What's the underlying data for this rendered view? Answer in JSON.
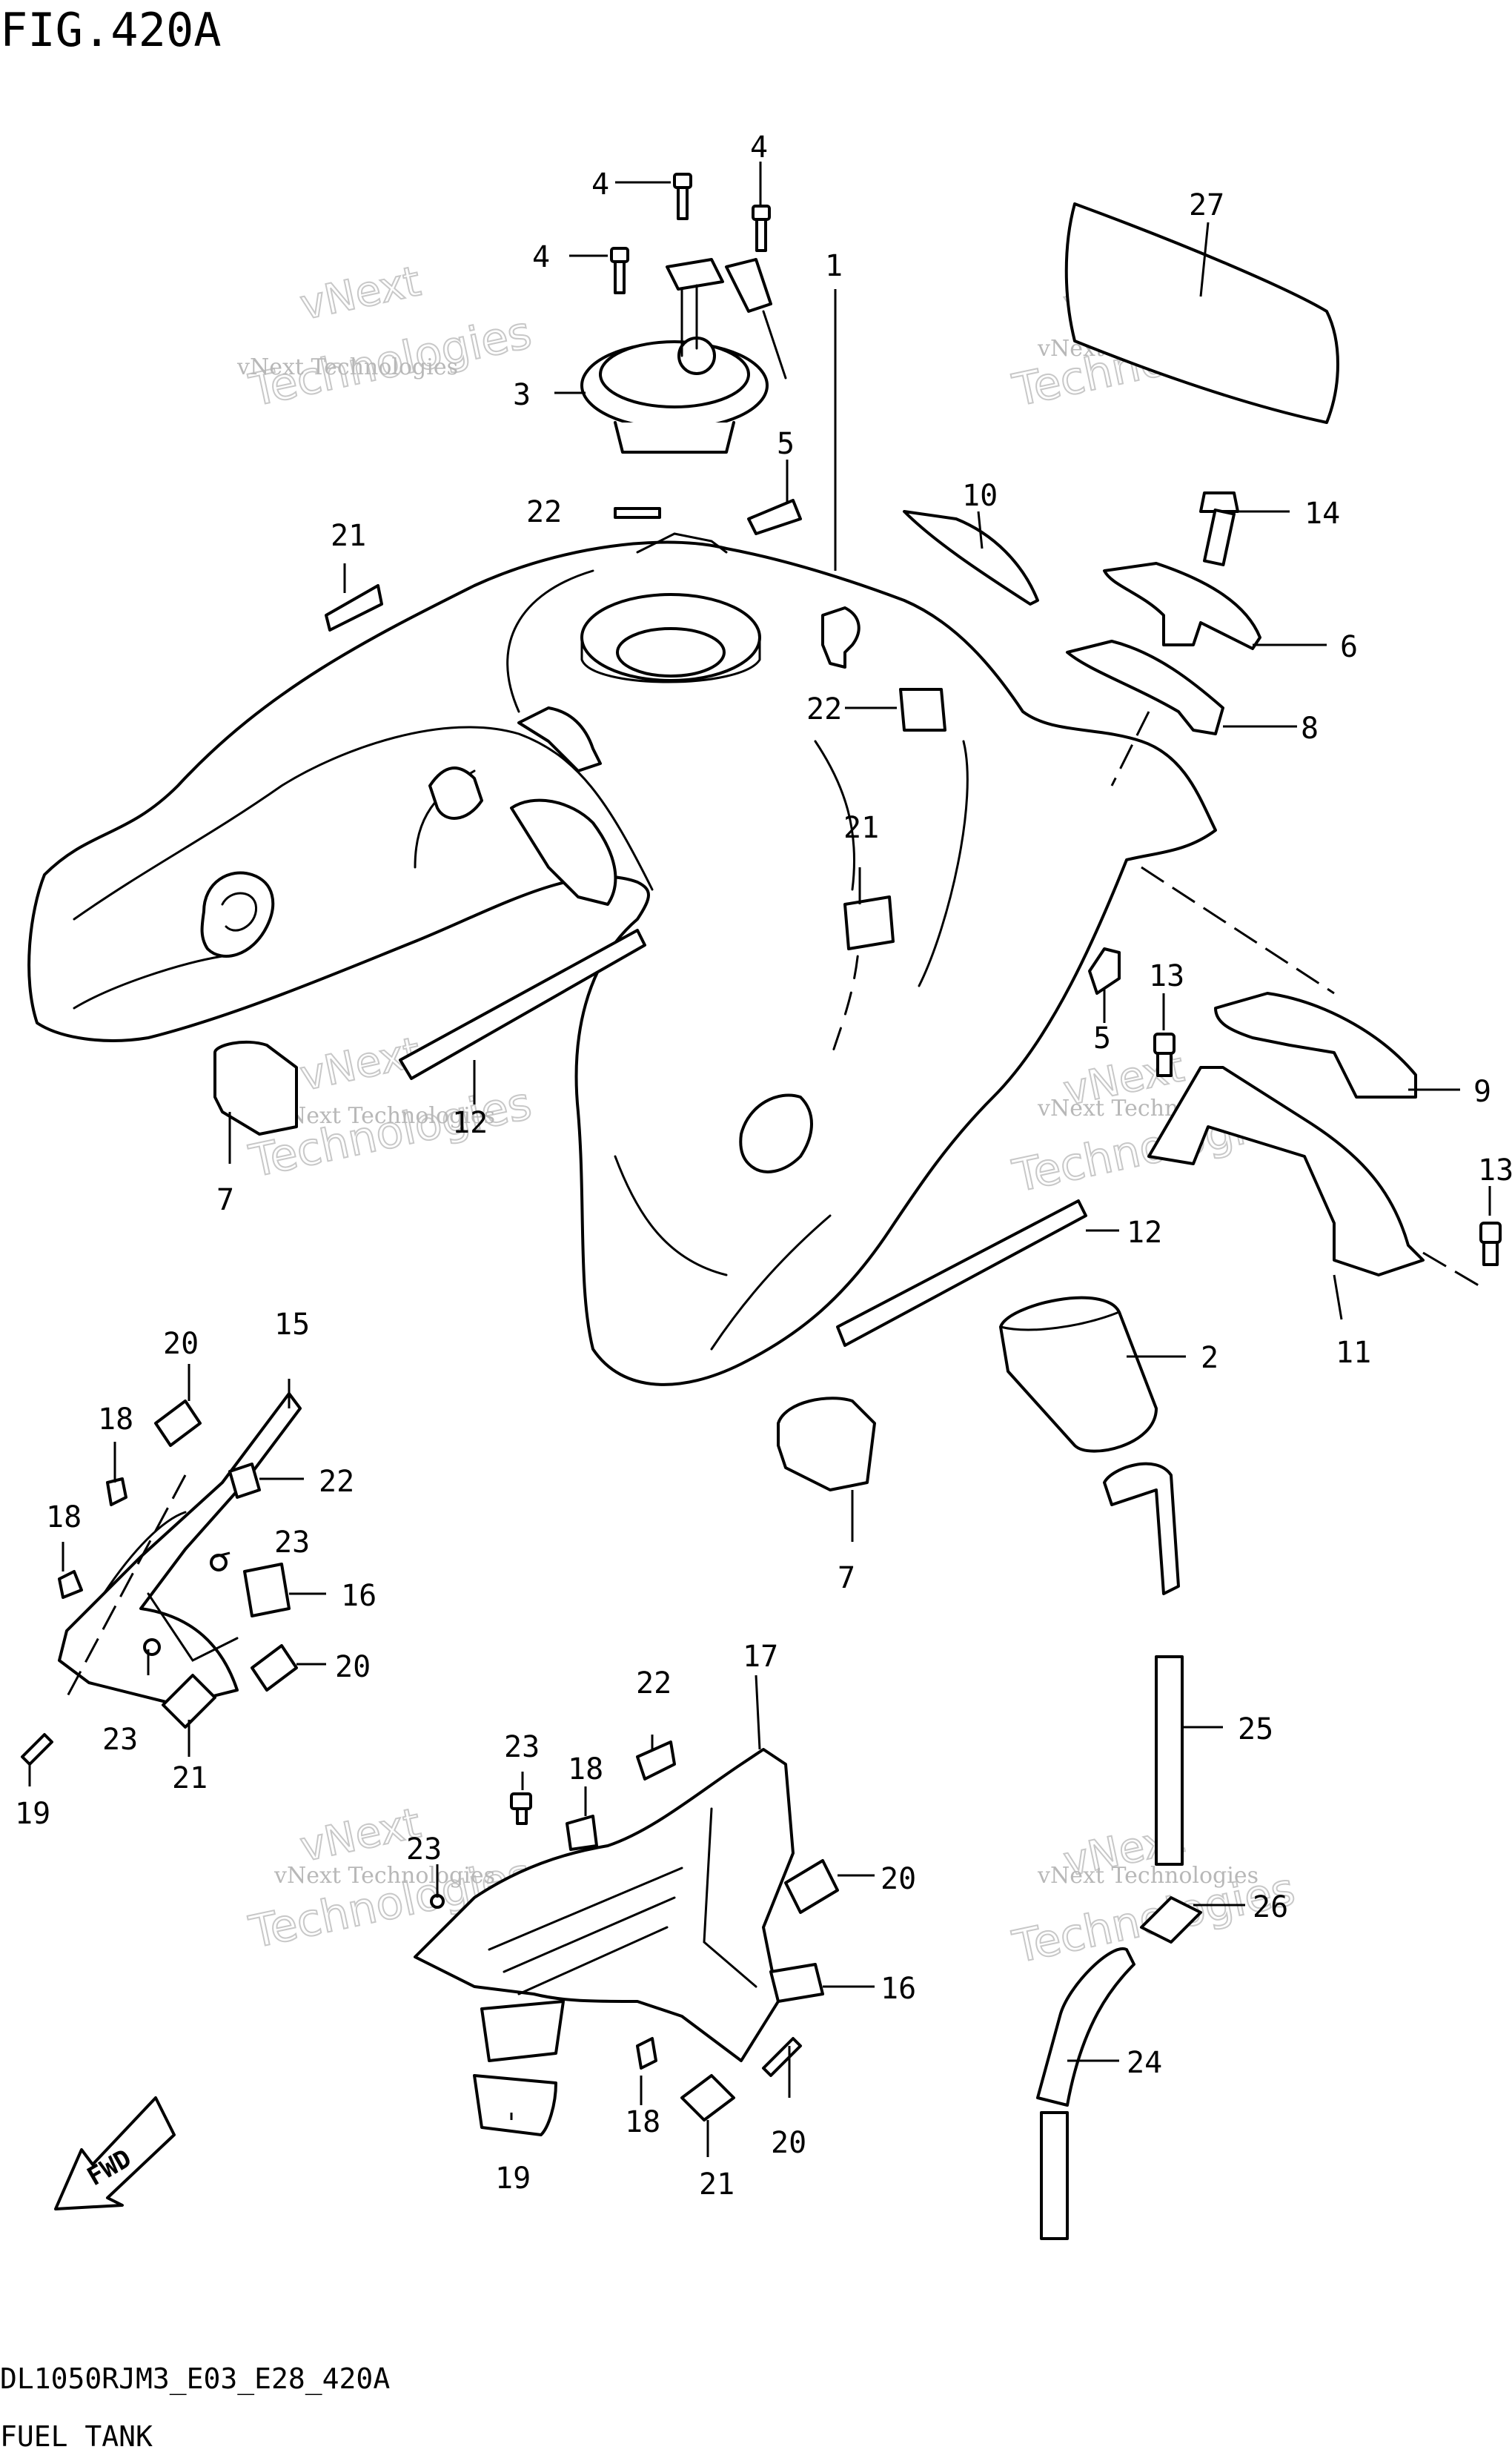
{
  "figure": {
    "title": "FIG.420A",
    "model_code": "DL1050RJM3_E03_E28_420A",
    "caption": "FUEL TANK"
  },
  "watermark": {
    "line1": "vNext Technologies",
    "line2": "vNext",
    "line3": "Technologies"
  },
  "arrow_label": "FWD",
  "callouts": {
    "c1": "1",
    "c2": "2",
    "c3": "3",
    "c4a": "4",
    "c4b": "4",
    "c4c": "4",
    "c5a": "5",
    "c5b": "5",
    "c6": "6",
    "c7a": "7",
    "c7b": "7",
    "c8": "8",
    "c9": "9",
    "c10": "10",
    "c11": "11",
    "c12a": "12",
    "c12b": "12",
    "c13a": "13",
    "c13b": "13",
    "c14": "14",
    "c15": "15",
    "c16a": "16",
    "c16b": "16",
    "c17": "17",
    "c18a": "18",
    "c18b": "18",
    "c18c": "18",
    "c18d": "18",
    "c19a": "19",
    "c19b": "19",
    "c20a": "20",
    "c20b": "20",
    "c20c": "20",
    "c20d": "20",
    "c21a": "21",
    "c21b": "21",
    "c21c": "21",
    "c21d": "21",
    "c22a": "22",
    "c22b": "22",
    "c22c": "22",
    "c22d": "22",
    "c23a": "23",
    "c23b": "23",
    "c23c": "23",
    "c23d": "23",
    "c24": "24",
    "c25": "25",
    "c26": "26",
    "c27": "27"
  }
}
